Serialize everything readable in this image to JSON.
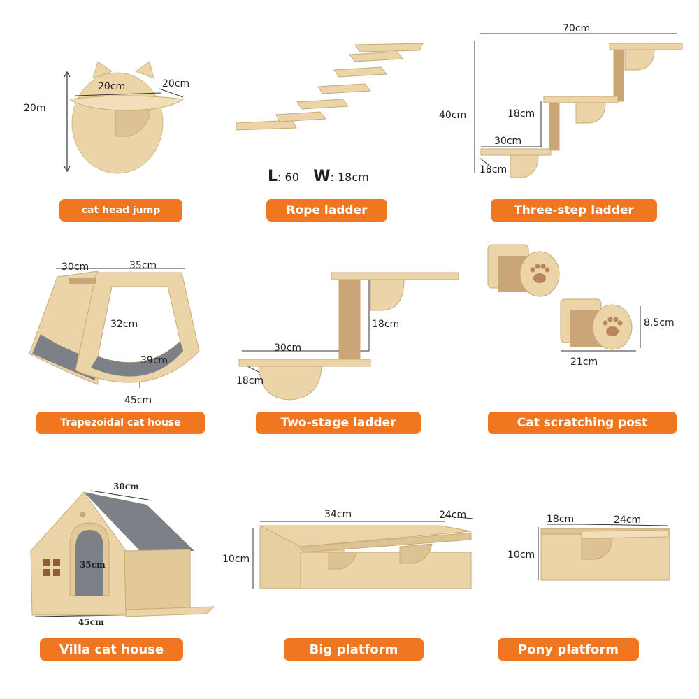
{
  "colors": {
    "accent": "#f0761f",
    "wood": "#ead4a8",
    "wood_dark": "#d9bd88",
    "rope": "#c9a578",
    "felt": "#7d8086",
    "paw": "#b9855a"
  },
  "products": [
    {
      "label": "cat head jump",
      "dimensions": [
        "20cm",
        "20cm",
        "20m"
      ]
    },
    {
      "label": "Rope ladder",
      "spec": {
        "l_key": "L",
        "l_value": "60",
        "w_key": "W",
        "w_value": "18cm"
      }
    },
    {
      "label": "Three-step ladder",
      "dimensions": [
        "70cm",
        "40cm",
        "18cm",
        "30cm",
        "18cm"
      ]
    },
    {
      "label": "Trapezoidal cat house",
      "dimensions": [
        "30cm",
        "35cm",
        "32cm",
        "39cm",
        "45cm"
      ]
    },
    {
      "label": "Two-stage ladder",
      "dimensions": [
        "18cm",
        "30cm",
        "18cm"
      ]
    },
    {
      "label": "Cat scratching post",
      "dimensions": [
        "8.5cm",
        "21cm"
      ]
    },
    {
      "label": "Villa cat house",
      "dimensions": [
        "30cm",
        "35cm",
        "45cm"
      ]
    },
    {
      "label": "Big platform",
      "dimensions": [
        "34cm",
        "24cm",
        "10cm"
      ]
    },
    {
      "label": "Pony platform",
      "dimensions": [
        "18cm",
        "24cm",
        "10cm"
      ]
    }
  ]
}
